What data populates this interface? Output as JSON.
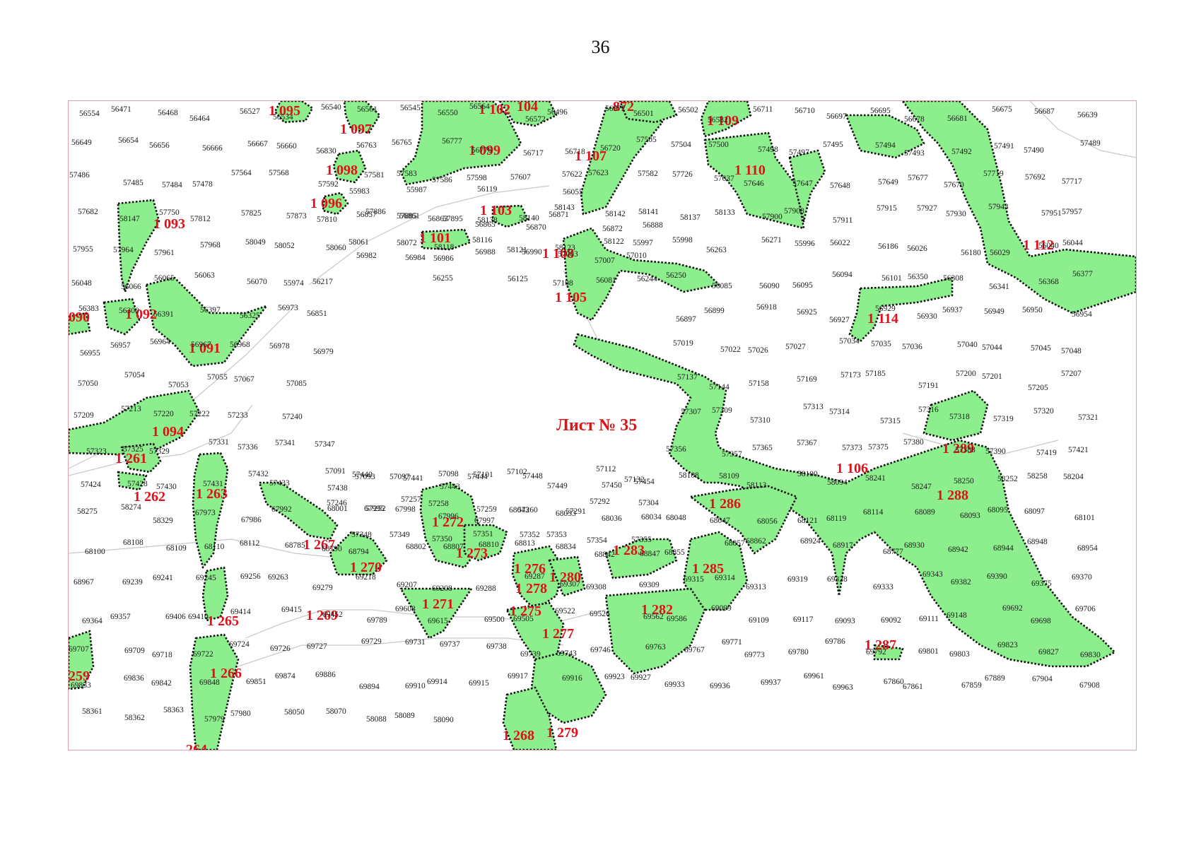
{
  "page_number": "36",
  "sheet_title": "Лист № 35",
  "colors": {
    "parcel_fill": "#8dee8d",
    "parcel_label": "#e0101a",
    "boundary": "#0a0a0a",
    "frame": "#e0a0a8"
  },
  "parcels": [
    "1 095",
    "1 097",
    "1 098",
    "1 096",
    "1 099",
    "1 102",
    "104",
    "1 103",
    "1 101",
    "1 107",
    "872",
    "1 109",
    "1 110",
    "1 112",
    "1 093",
    "1 092",
    "090",
    "1 091",
    "1 094",
    "1 108",
    "1 105",
    "1 114",
    "1 106",
    "1 261",
    "1 262",
    "1 263",
    "1 267",
    "1 270",
    "1 272",
    "1 273",
    "1 271",
    "1 269",
    "1 265",
    "1 266",
    "259",
    "264",
    "1 276",
    "1 280",
    "1 278",
    "1 275",
    "1 277",
    "1 268",
    "1 279",
    "1 283",
    "1 285",
    "1 282",
    "1 286",
    "1 287",
    "1 288",
    "1 289"
  ],
  "points": [
    "56554",
    "56471",
    "56468",
    "56464",
    "56527",
    "56534",
    "56540",
    "56561",
    "56545",
    "56550",
    "56564",
    "56572",
    "56496",
    "56577",
    "56501",
    "56502",
    "56582",
    "56711",
    "56710",
    "56697",
    "56695",
    "56678",
    "56681",
    "56675",
    "56687",
    "56639",
    "56649",
    "56654",
    "56656",
    "56666",
    "56667",
    "56660",
    "56830",
    "56763",
    "56765",
    "56777",
    "56776",
    "56717",
    "56718",
    "56720",
    "57505",
    "57504",
    "57500",
    "57498",
    "57497",
    "57495",
    "57494",
    "57493",
    "57492",
    "57491",
    "57490",
    "57489",
    "57486",
    "57485",
    "57484",
    "57478",
    "57564",
    "57568",
    "57592",
    "57581",
    "57583",
    "57586",
    "57598",
    "57607",
    "57622",
    "57623",
    "57582",
    "57726",
    "57637",
    "57646",
    "57647",
    "57648",
    "57649",
    "57677",
    "57670",
    "57719",
    "57692",
    "57717",
    "57682",
    "58147",
    "57750",
    "57812",
    "57825",
    "57873",
    "57810",
    "57886",
    "57885",
    "57895",
    "58138",
    "58140",
    "58143",
    "58142",
    "58141",
    "58137",
    "58133",
    "57900",
    "57908",
    "57911",
    "57915",
    "57927",
    "57930",
    "57943",
    "57951",
    "57957",
    "57955",
    "57964",
    "57961",
    "57968",
    "58049",
    "58052",
    "58060",
    "58061",
    "58072",
    "58118",
    "58116",
    "58121",
    "58123",
    "58122",
    "55997",
    "55998",
    "56263",
    "56271",
    "55996",
    "56022",
    "56186",
    "56026",
    "56180",
    "56029",
    "56040",
    "56044",
    "56048",
    "56066",
    "56065",
    "56063",
    "56070",
    "55974",
    "56217",
    "55983",
    "55987",
    "56255",
    "56119",
    "56125",
    "56055",
    "56081",
    "56244",
    "56250",
    "56085",
    "56090",
    "56095",
    "56094",
    "56101",
    "56350",
    "56308",
    "56341",
    "56368",
    "56377",
    "56383",
    "56300",
    "56391",
    "56397",
    "56325",
    "56973",
    "56851",
    "56857",
    "56861",
    "56863",
    "56865",
    "56870",
    "56871",
    "56872",
    "56888",
    "56897",
    "56899",
    "56918",
    "56925",
    "56927",
    "56929",
    "56930",
    "56937",
    "56949",
    "56950",
    "56954",
    "56955",
    "56957",
    "56964",
    "56967",
    "56968",
    "56978",
    "56979",
    "56982",
    "56984",
    "56986",
    "56988",
    "56990",
    "57003",
    "57007",
    "57010",
    "57019",
    "57022",
    "57026",
    "57027",
    "57034",
    "57035",
    "57036",
    "57040",
    "57044",
    "57045",
    "57048",
    "57050",
    "57054",
    "57053",
    "57055",
    "57067",
    "57085",
    "57091",
    "57093",
    "57097",
    "57098",
    "57101",
    "57102",
    "57108",
    "57112",
    "57132",
    "57137",
    "57144",
    "57158",
    "57169",
    "57173",
    "57185",
    "57191",
    "57200",
    "57201",
    "57205",
    "57207",
    "57209",
    "57213",
    "57220",
    "57222",
    "57233",
    "57240",
    "57246",
    "57252",
    "57257",
    "57258",
    "57259",
    "57260",
    "57291",
    "57292",
    "57304",
    "57307",
    "57309",
    "57310",
    "57313",
    "57314",
    "57315",
    "57316",
    "57318",
    "57319",
    "57320",
    "57321",
    "57323",
    "57325",
    "57329",
    "57331",
    "57336",
    "57341",
    "57347",
    "57348",
    "57349",
    "57350",
    "57351",
    "57352",
    "57353",
    "57354",
    "57355",
    "57356",
    "57357",
    "57365",
    "57367",
    "57373",
    "57375",
    "57380",
    "57388",
    "57390",
    "57419",
    "57421",
    "57424",
    "57428",
    "57430",
    "57431",
    "57432",
    "57433",
    "57438",
    "57440",
    "57441",
    "57443",
    "57444",
    "57448",
    "57449",
    "57450",
    "57454",
    "58108",
    "58109",
    "58113",
    "58100",
    "58094",
    "58241",
    "58247",
    "58250",
    "58252",
    "58258",
    "58204",
    "58275",
    "58274",
    "58329",
    "67973",
    "67986",
    "67992",
    "68001",
    "67995",
    "67998",
    "67996",
    "67997",
    "68043",
    "68033",
    "68036",
    "68034",
    "68048",
    "68047",
    "68056",
    "68121",
    "68119",
    "68114",
    "68089",
    "68093",
    "68095",
    "68097",
    "68101",
    "68100",
    "68108",
    "68109",
    "68110",
    "68112",
    "68785",
    "68790",
    "68794",
    "68802",
    "68807",
    "68810",
    "68813",
    "68834",
    "68842",
    "68847",
    "68855",
    "68857",
    "68862",
    "68924",
    "68917",
    "68777",
    "68930",
    "68942",
    "68944",
    "68948",
    "68954",
    "68967",
    "69239",
    "69241",
    "69245",
    "69256",
    "69263",
    "69279",
    "69218",
    "69207",
    "69208",
    "69288",
    "69287",
    "69307",
    "69308",
    "69309",
    "69315",
    "69314",
    "69313",
    "69319",
    "69328",
    "69333",
    "69343",
    "69382",
    "69390",
    "69375",
    "69370",
    "69364",
    "69357",
    "69406",
    "69410",
    "69414",
    "69415",
    "69452",
    "69789",
    "69608",
    "69615",
    "69500",
    "69505",
    "69522",
    "69526",
    "69562",
    "69586",
    "69099",
    "69109",
    "69117",
    "69093",
    "69092",
    "69111",
    "69148",
    "69692",
    "69698",
    "69706",
    "69707",
    "69709",
    "69718",
    "69722",
    "69724",
    "69726",
    "69727",
    "69729",
    "69731",
    "69737",
    "69738",
    "69739",
    "69743",
    "69746",
    "69763",
    "69767",
    "69771",
    "69773",
    "69780",
    "69786",
    "69792",
    "69801",
    "69803",
    "69823",
    "69827",
    "69830",
    "69833",
    "69836",
    "69842",
    "69848",
    "69851",
    "69874",
    "69886",
    "69894",
    "69910",
    "69914",
    "69915",
    "69917",
    "69916",
    "69923",
    "69927",
    "69933",
    "69936",
    "69937",
    "69961",
    "69963",
    "67860",
    "67861",
    "67859",
    "67889",
    "67904",
    "67908",
    "58361",
    "58362",
    "58363",
    "57979",
    "57980",
    "58050",
    "58070",
    "58088",
    "58089",
    "58090"
  ]
}
